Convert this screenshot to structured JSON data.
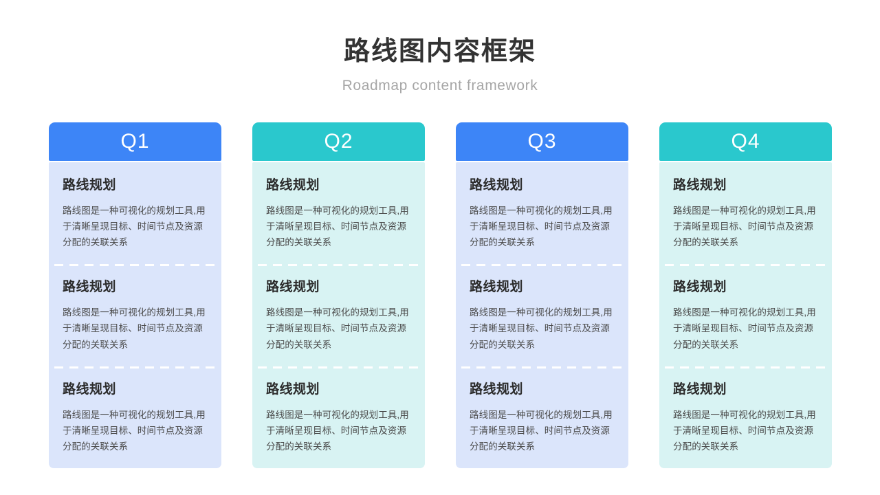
{
  "header": {
    "title": "路线图内容框架",
    "subtitle": "Roadmap content framework"
  },
  "colors": {
    "blue_header": "#3d85f7",
    "teal_header": "#2ac8cd",
    "blue_panel": "#dbe5fb",
    "teal_panel": "#d8f3f3",
    "title_text": "#333333",
    "subtitle_text": "#a6a6a6",
    "block_title_text": "#2b2b2b",
    "block_body_text": "#4a4a4a",
    "divider": "#ffffff"
  },
  "columns": [
    {
      "label": "Q1",
      "theme": "blue",
      "header_color": "#3d85f7",
      "panel_color": "#dbe5fb",
      "blocks": [
        {
          "title": "路线规划",
          "text": "路线图是一种可视化的规划工具,用于清晰呈现目标、时间节点及资源分配的关联关系"
        },
        {
          "title": "路线规划",
          "text": "路线图是一种可视化的规划工具,用于清晰呈现目标、时间节点及资源分配的关联关系"
        },
        {
          "title": "路线规划",
          "text": "路线图是一种可视化的规划工具,用于清晰呈现目标、时间节点及资源分配的关联关系"
        }
      ]
    },
    {
      "label": "Q2",
      "theme": "teal",
      "header_color": "#2ac8cd",
      "panel_color": "#d8f3f3",
      "blocks": [
        {
          "title": "路线规划",
          "text": "路线图是一种可视化的规划工具,用于清晰呈现目标、时间节点及资源分配的关联关系"
        },
        {
          "title": "路线规划",
          "text": "路线图是一种可视化的规划工具,用于清晰呈现目标、时间节点及资源分配的关联关系"
        },
        {
          "title": "路线规划",
          "text": "路线图是一种可视化的规划工具,用于清晰呈现目标、时间节点及资源分配的关联关系"
        }
      ]
    },
    {
      "label": "Q3",
      "theme": "blue",
      "header_color": "#3d85f7",
      "panel_color": "#dbe5fb",
      "blocks": [
        {
          "title": "路线规划",
          "text": "路线图是一种可视化的规划工具,用于清晰呈现目标、时间节点及资源分配的关联关系"
        },
        {
          "title": "路线规划",
          "text": "路线图是一种可视化的规划工具,用于清晰呈现目标、时间节点及资源分配的关联关系"
        },
        {
          "title": "路线规划",
          "text": "路线图是一种可视化的规划工具,用于清晰呈现目标、时间节点及资源分配的关联关系"
        }
      ]
    },
    {
      "label": "Q4",
      "theme": "teal",
      "header_color": "#2ac8cd",
      "panel_color": "#d8f3f3",
      "blocks": [
        {
          "title": "路线规划",
          "text": "路线图是一种可视化的规划工具,用于清晰呈现目标、时间节点及资源分配的关联关系"
        },
        {
          "title": "路线规划",
          "text": "路线图是一种可视化的规划工具,用于清晰呈现目标、时间节点及资源分配的关联关系"
        },
        {
          "title": "路线规划",
          "text": "路线图是一种可视化的规划工具,用于清晰呈现目标、时间节点及资源分配的关联关系"
        }
      ]
    }
  ]
}
